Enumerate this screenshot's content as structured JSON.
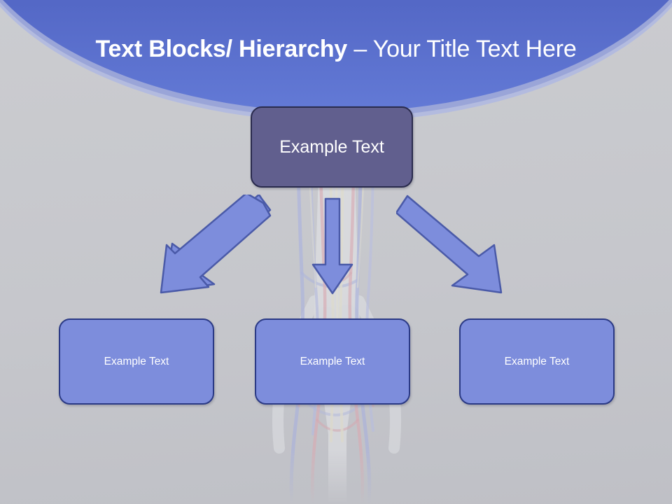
{
  "slide": {
    "title_bold": "Text Blocks/ Hierarchy ",
    "title_regular": "– Your Title Text Here",
    "background_top_color": "#3a4aa0",
    "background_body_color": "#c9cace",
    "watermark": "anatomy-wrist-vessels-illustration"
  },
  "diagram": {
    "type": "hierarchy",
    "root": {
      "label": "Example  Text",
      "fill_color": "#615f8e",
      "border_color": "#2a2b4d"
    },
    "children": [
      {
        "label": "Example Text",
        "fill_color": "#7d8ddc",
        "border_color": "#2b3a85",
        "connector": "arrow-down-left"
      },
      {
        "label": "Example Text",
        "fill_color": "#7d8ddc",
        "border_color": "#2b3a85",
        "connector": "arrow-down"
      },
      {
        "label": "Example Text",
        "fill_color": "#7d8ddc",
        "border_color": "#2b3a85",
        "connector": "arrow-down-right"
      }
    ],
    "arrow_fill_color": "#7d8ddc",
    "arrow_border_color": "#4a5aa8"
  }
}
